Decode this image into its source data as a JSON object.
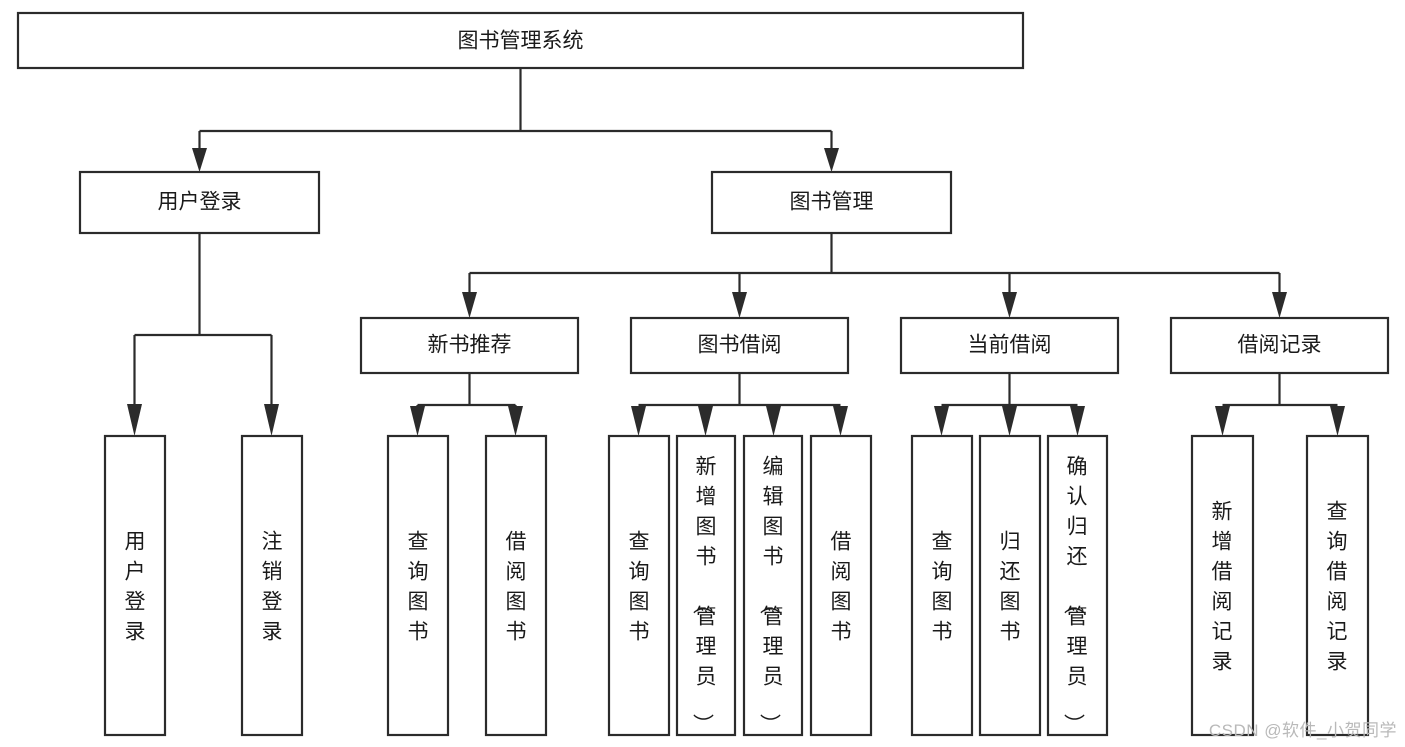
{
  "diagram": {
    "type": "tree",
    "title": "图书管理系统",
    "orientation": "top-down",
    "colors": {
      "box_stroke": "#2b2b2b",
      "box_fill": "#ffffff",
      "connector": "#2b2b2b",
      "label": "#1a1a1a",
      "background": "#ffffff",
      "watermark": "#b9b9b9"
    },
    "levels": {
      "root": {
        "label": "图书管理系统"
      },
      "level2": [
        {
          "label": "用户登录"
        },
        {
          "label": "图书管理"
        }
      ],
      "level3": [
        {
          "label": "新书推荐"
        },
        {
          "label": "图书借阅"
        },
        {
          "label": "当前借阅"
        },
        {
          "label": "借阅记录"
        }
      ],
      "leaves": {
        "user_login": [
          {
            "label": "用户登录"
          },
          {
            "label": "注销登录"
          }
        ],
        "new_book_recommend": [
          {
            "label": "查询图书"
          },
          {
            "label": "借阅图书"
          }
        ],
        "book_borrow": [
          {
            "label": "查询图书"
          },
          {
            "label": "新增图书（管理员）"
          },
          {
            "label": "编辑图书（管理员）"
          },
          {
            "label": "借阅图书"
          }
        ],
        "current_borrow": [
          {
            "label": "查询图书"
          },
          {
            "label": "归还图书"
          },
          {
            "label": "确认归还（管理员）"
          }
        ],
        "borrow_record": [
          {
            "label": "新增借阅记录"
          },
          {
            "label": "查询借阅记录"
          }
        ]
      }
    }
  },
  "watermark": {
    "text": "CSDN @软件_小贺同学"
  }
}
